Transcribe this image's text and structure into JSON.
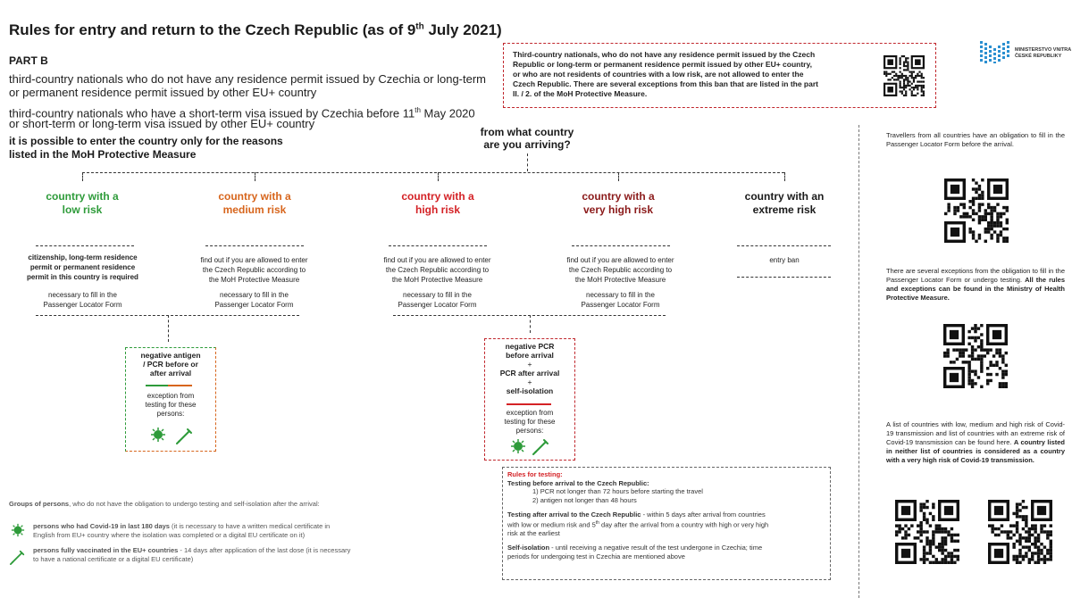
{
  "title": {
    "main": "Rules for entry and return to the Czech Republic (as of 9",
    "sup": "th",
    "end": " July 2021)"
  },
  "part": "PART B",
  "intro": {
    "line1": "third-country nationals who do not have any residence permit issued by Czechia or long-term",
    "line2": "or permanent residence permit issued by other EU+ country",
    "line3a": "third-country nationals who have a short-term visa issued by Czechia before 11",
    "line3sup": "th",
    "line3b": " May 2020",
    "line4": "or short-term or long-term visa issued by other EU+ country"
  },
  "possible": {
    "line1": "it is possible to enter the country only for the reasons",
    "line2": "listed in the MoH Protective Measure"
  },
  "topbox": {
    "line1": "Third-country nationals, who do not have any residence permit issued by the Czech",
    "line2": "Republic or long-term or permanent residence permit issued by other EU+ country,",
    "line3": "or who are not residents of countries with a low risk, are not allowed to enter the",
    "line4": "Czech Republic. There are several exceptions from this ban that are listed in the part",
    "line5": "II. / 2. of the MoH Protective Measure."
  },
  "ministry": {
    "line1": "MINISTERSTVO VNITRA",
    "line2": "ČESKÉ REPUBLIKY"
  },
  "question": {
    "line1": "from what country",
    "line2": "are you arriving?"
  },
  "risks": {
    "low": {
      "l1": "country with a",
      "l2": "low risk"
    },
    "medium": {
      "l1": "country with a",
      "l2": "medium risk"
    },
    "high": {
      "l1": "country with a",
      "l2": "high risk"
    },
    "veryhigh": {
      "l1": "country with a",
      "l2": "very high risk"
    },
    "extreme": {
      "l1": "country with an",
      "l2": "extreme risk"
    }
  },
  "low_req": {
    "l1": "citizenship,  long-term  residence",
    "l2": "permit  or  permanent  residence",
    "l3": "permit in this country is required"
  },
  "find_out": {
    "l1": "find out if you are allowed to enter",
    "l2": "the Czech Republic according to",
    "l3": "the MoH Protective Measure"
  },
  "plf": {
    "l1": "necessary to fill in the",
    "l2": "Passenger Locator Form"
  },
  "entry_ban": "entry ban",
  "box_antigen": {
    "l1": "negative antigen",
    "l2": "/ PCR before or",
    "l3": "after arrival",
    "ex1": "exception from",
    "ex2": "testing for these",
    "ex3": "persons:"
  },
  "box_pcr": {
    "l1": "negative PCR",
    "l2": "before arrival",
    "plus": "+",
    "l3": "PCR after arrival",
    "l4": "self-isolation",
    "ex1": "exception from",
    "ex2": "testing for these",
    "ex3": "persons:"
  },
  "testing": {
    "head": "Rules for testing:",
    "sub": "Testing before arrival to the Czech Republic:",
    "p1": "1) PCR not longer than 72 hours before starting the travel",
    "p2": "2) antigen not longer than 48 hours",
    "after_bold": "Testing after arrival to the Czech Republic",
    "after_rest1": " - within 5 days after arrival from countries",
    "after_rest2a": "with low or medium risk and 5",
    "after_sup": "th",
    "after_rest2b": " day after the arrival from a country with high or very high",
    "after_rest3": "risk at the earliest",
    "iso_bold": "Self-isolation",
    "iso_rest1": " - until receiving a negative result of the test undergone in Czechia; time",
    "iso_rest2": "periods for undergoing test in Czechia are mentioned above"
  },
  "groups": {
    "head_bold": "Groups of persons",
    "head_rest": ", who do not have the obligation to undergo testing and self-isolation after the arrival:",
    "g1_bold": "persons who had Covid-19 in last 180 days",
    "g1_rest1": " (it is necessary to have a written medical certificate in",
    "g1_rest2": "English from EU+ country where the isolation was completed or a digital EU certificate on it)",
    "g2_bold": "persons fully vaccinated in the EU+ countries",
    "g2_rest1": " - 14 days after application of the last dose (it is necessary",
    "g2_rest2": "to have a national certificate or a digital EU certificate)"
  },
  "right": {
    "r1": "Travellers from all countries have an obligation to fill in the Passenger Locator Form before the arrival.",
    "r2a": "There are several exceptions from the obligation to fill in the Passenger Locator Form or undergo testing. ",
    "r2b": "All the rules and exceptions can be found in the Ministry of Health Protective Measure.",
    "r3a": "A list of countries with low, medium and high risk of Covid-19 transmission and list of countries with an extreme risk of Covid-19 transmission can be found here. ",
    "r3b": "A country listed in neither list of countries is considered as a country with a very high risk of Covid-19 transmission."
  },
  "colors": {
    "green": "#2e9b3a",
    "orange": "#d7651c",
    "red": "#d42226",
    "darkred": "#8b1a1a"
  },
  "icons": [
    "virus-icon",
    "syringe-icon",
    "qr-code-icon",
    "ministry-logo-icon"
  ]
}
